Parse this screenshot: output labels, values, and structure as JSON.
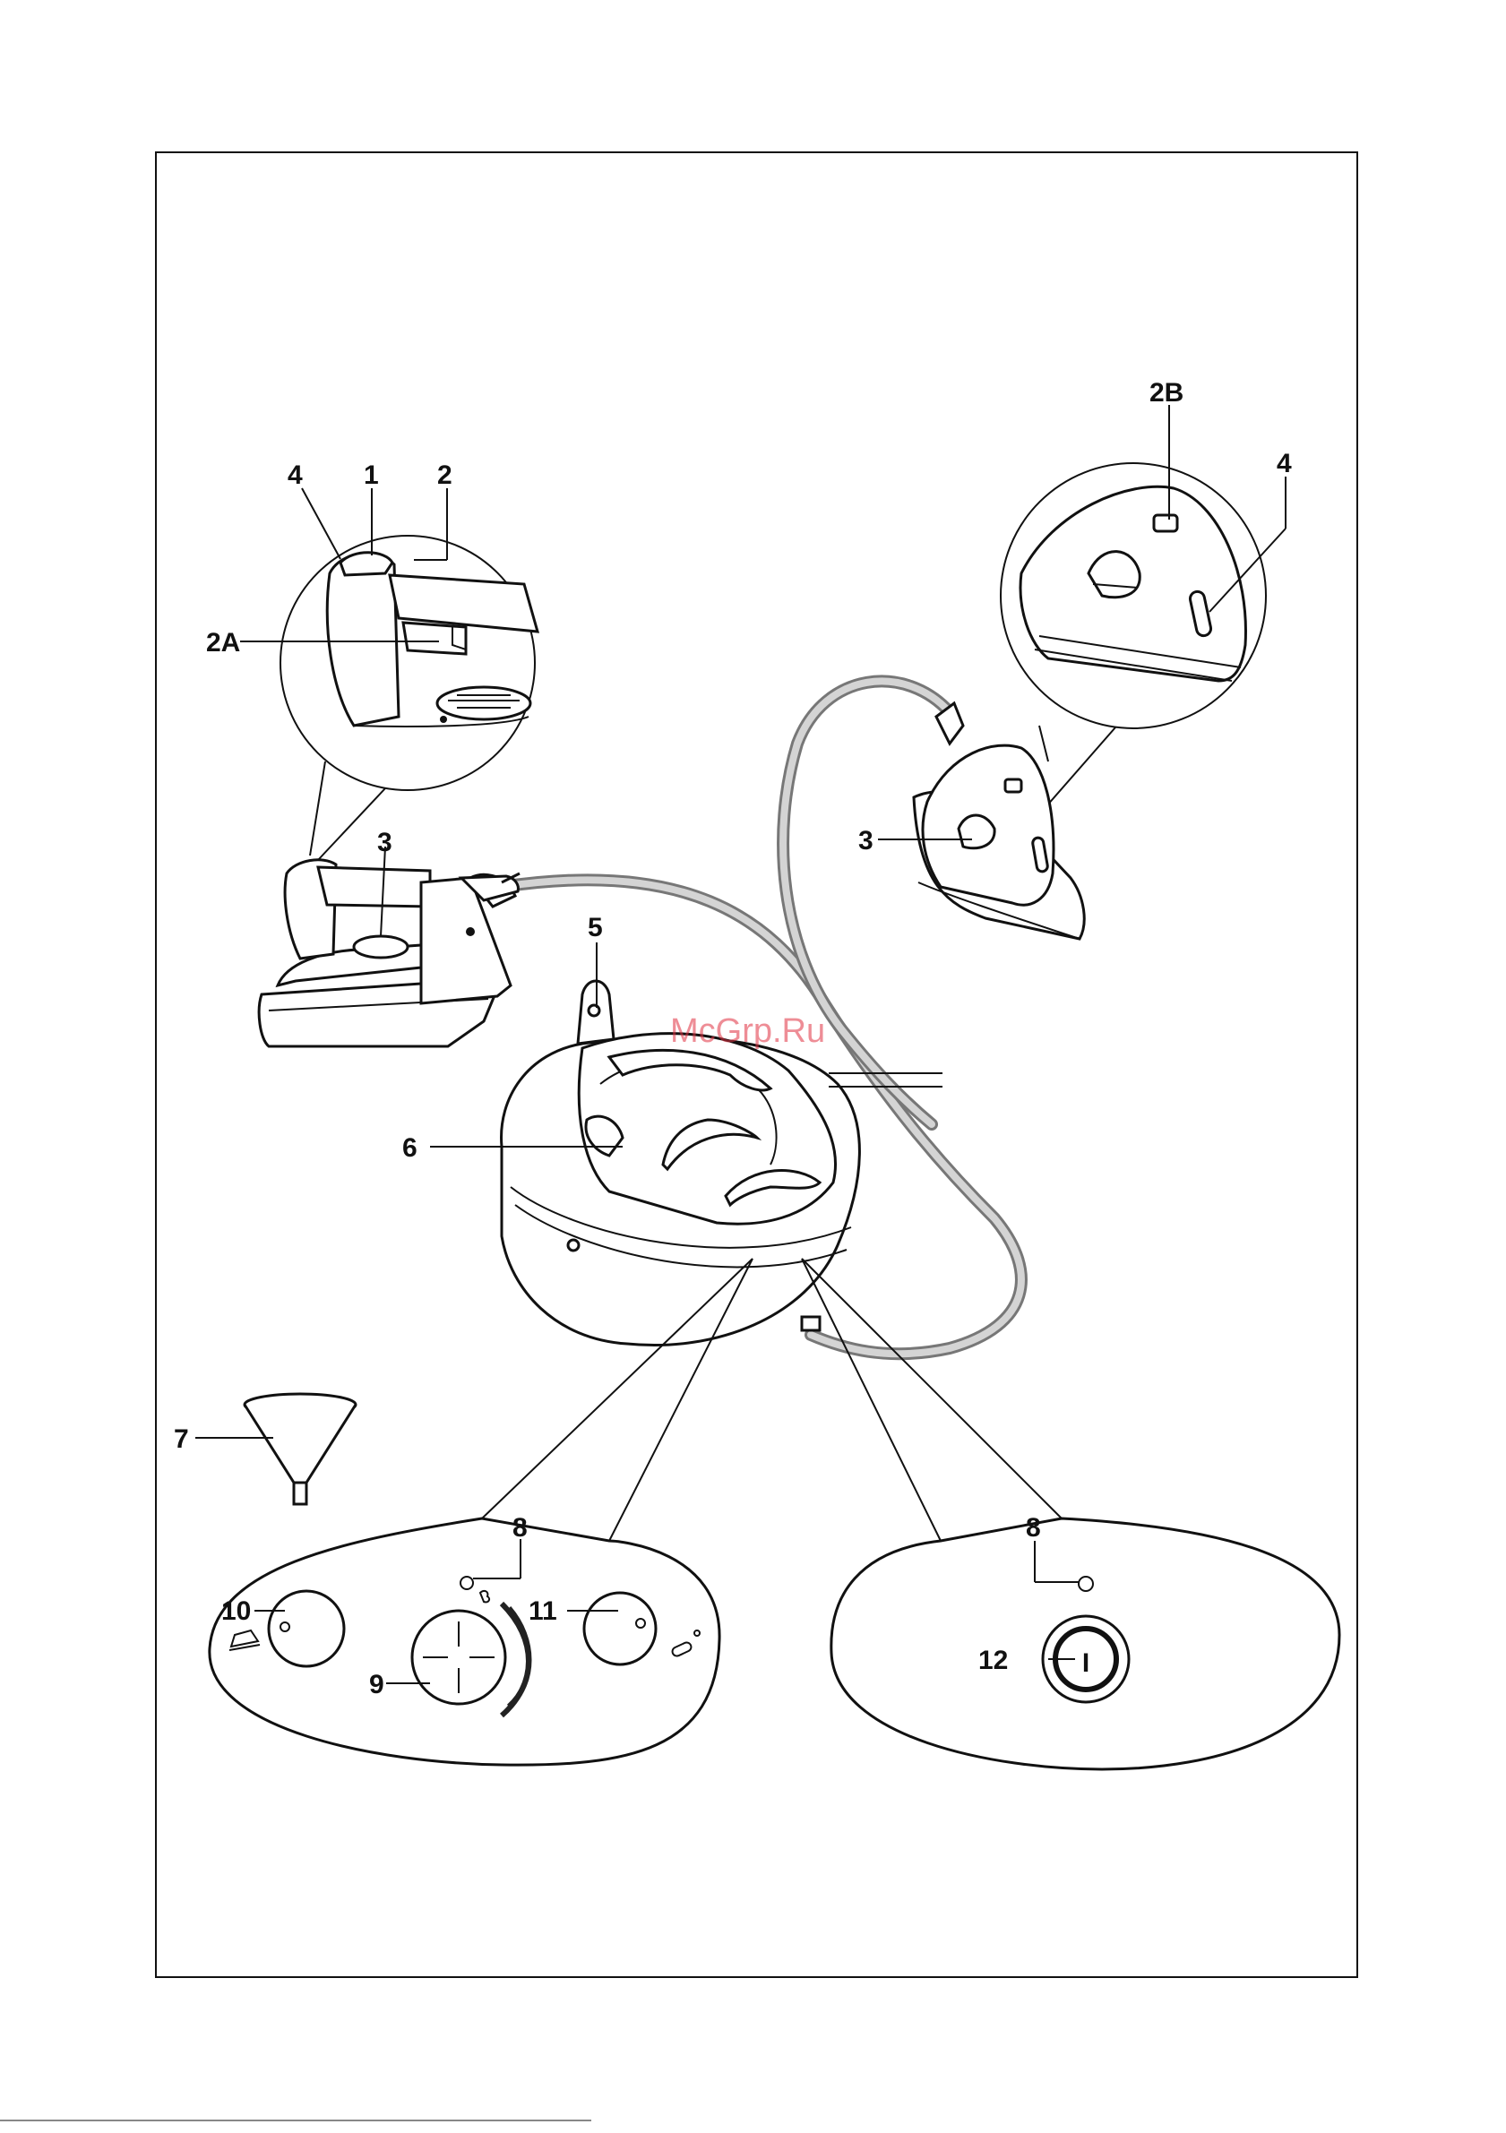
{
  "labels": {
    "l4a": "4",
    "l1": "1",
    "l2": "2",
    "l2a": "2A",
    "l3a": "3",
    "l2b": "2B",
    "l4b": "4",
    "l3b": "3",
    "l5": "5",
    "l6": "6",
    "l7": "7",
    "l8a": "8",
    "l10": "10",
    "l11": "11",
    "l9": "9",
    "l8b": "8",
    "l12": "12"
  },
  "watermark": "McGrp.Ru",
  "power_symbol": "I",
  "colors": {
    "ink": "#111111",
    "cord": "#777777",
    "watermark": "#e03040"
  }
}
